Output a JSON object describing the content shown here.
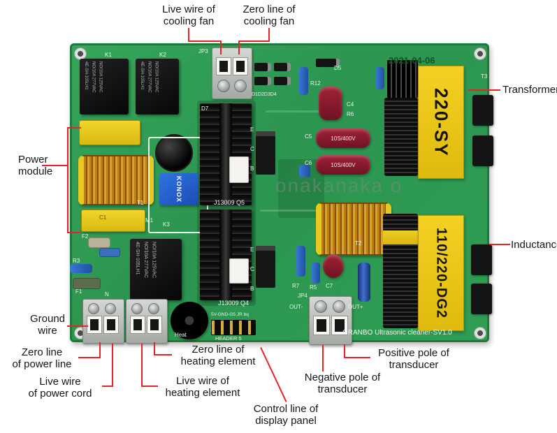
{
  "callouts": {
    "fan_live": "Live wire of\ncooling fan",
    "fan_zero": "Zero line of\ncooling fan",
    "transformer": "Transformer",
    "power_module": "Power\nmodule",
    "inductance": "Inductance",
    "ground_wire": "Ground\nwire",
    "zero_power": "Zero line\nof power line",
    "live_power": "Live wire\nof power cord",
    "zero_heat": "Zero line of\nheating element",
    "live_heat": "Live wire of\nheating element",
    "control_display": "Control line of\ndisplay panel",
    "neg_transducer": "Negative pole of\ntransducer",
    "pos_transducer": "Positive pole of\ntransducer"
  },
  "board": {
    "date": "2021-04-06",
    "footer": "GRANBO Ultrasonic cleaner-SV1.0",
    "watermark": "onakanaka o",
    "transformer_top": "220-SY",
    "transformer_bottom": "110/220-DG2",
    "relay_text": "NO/10A 125VAC\nNO/10A 277VAC\n4E-SH-105LH1",
    "silkscreen": {
      "k1": "K1",
      "k2": "K2",
      "jp3": "JP3",
      "d7": "D7",
      "d_array": "D1D2D3D4",
      "d5": "D5",
      "r12": "R12",
      "c4": "C4",
      "r6": "R6",
      "c5": "C5",
      "c6": "C6",
      "cap_rating": "10S/400V",
      "t1": "T1",
      "c1": "C1",
      "m1": "M1",
      "k3": "K3",
      "f2": "F2",
      "r3": "R3",
      "f1": "F1",
      "n": "N",
      "q5": "J13009  Q5",
      "q4": "J13009  Q4",
      "e": "E",
      "c": "C",
      "b": "B",
      "t2": "T2",
      "r7": "R7",
      "r5": "R5",
      "c7": "C7",
      "jp4": "JP4",
      "out_minus": "OUT-",
      "out_plus": "OUT+",
      "header5_label": "5V-GND-G5 JR bq",
      "header5": "HEADER 5",
      "t3": "T3",
      "heat": "Heat",
      "konox": "KONOX"
    }
  }
}
